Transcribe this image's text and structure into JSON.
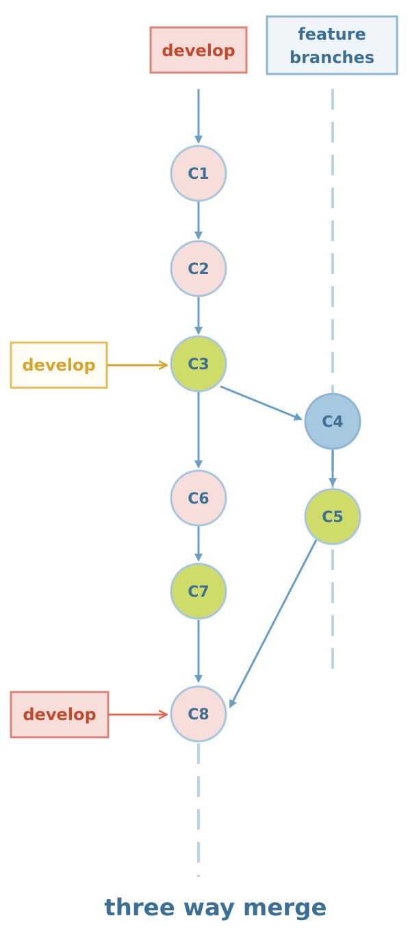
{
  "labels": {
    "develop_top": "develop",
    "feature_line1": "feature",
    "feature_line2": "branches",
    "develop_mid": "develop",
    "develop_bottom": "develop",
    "caption": "three way merge"
  },
  "commits": {
    "c1": "C1",
    "c2": "C2",
    "c3": "C3",
    "c4": "C4",
    "c5": "C5",
    "c6": "C6",
    "c7": "C7",
    "c8": "C8"
  },
  "colors": {
    "line": "#6b9ec4",
    "dashed": "#b8d3e6",
    "commit_pink": "#f8dedb",
    "commit_green": "#cfdc6a",
    "commit_blue": "#a6c8e0",
    "develop_red": "#c0492e",
    "develop_gold": "#d6a531",
    "feature_blue": "#3d6f95"
  }
}
